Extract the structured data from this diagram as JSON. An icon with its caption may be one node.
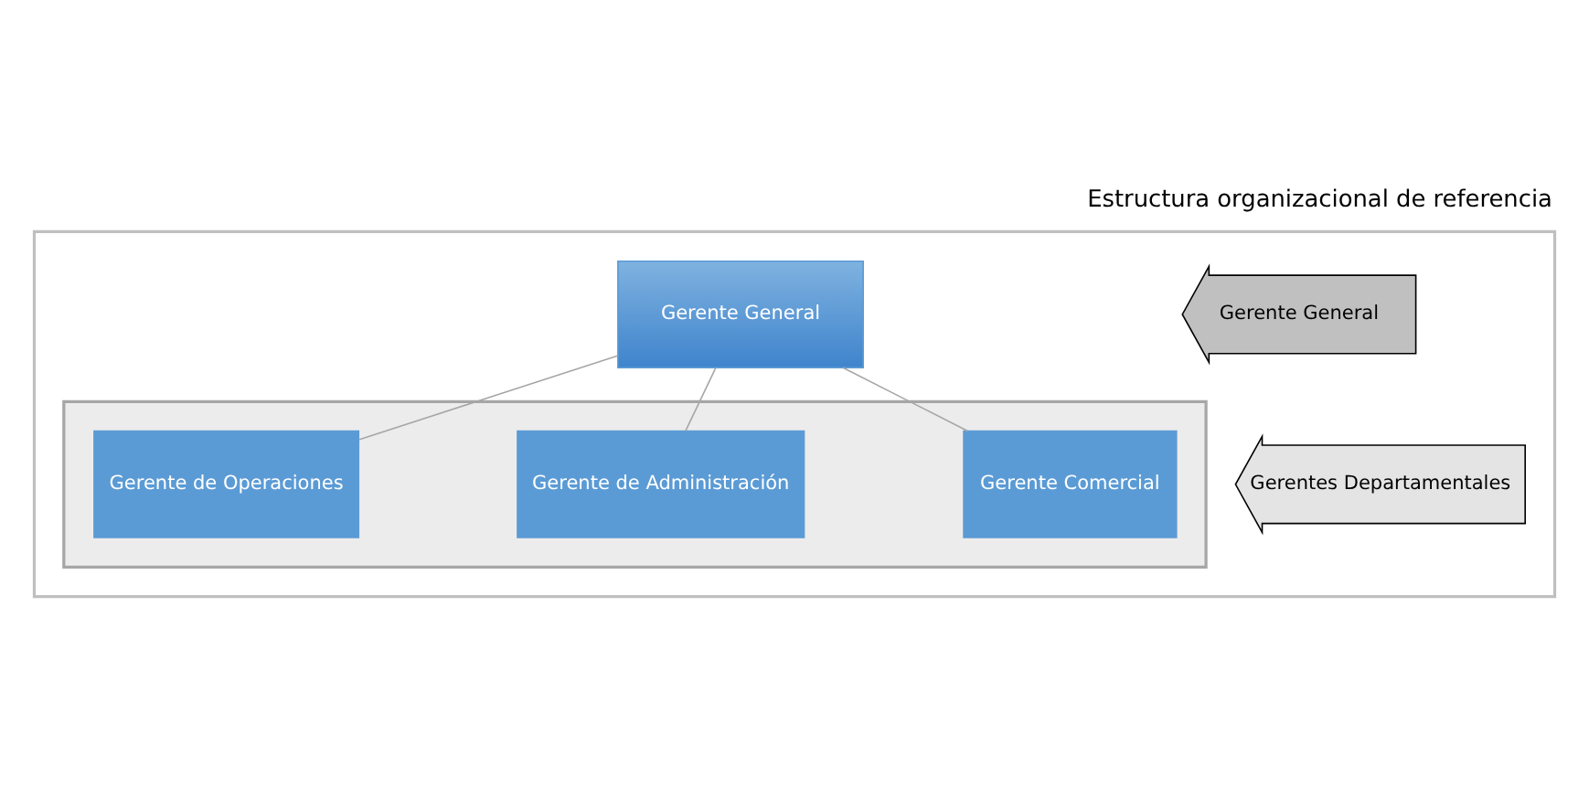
{
  "diagram": {
    "title": "Estructura organizacional de referencia",
    "nodes": [
      {
        "text": [],
        "shape": "box"
      },
      {
        "text": [
          "Gerente General"
        ],
        "in": 0
      },
      {
        "text": [],
        "shape": "box",
        "in": 0
      },
      {
        "text": [
          "Gerente de Operaciones"
        ],
        "in": 2
      },
      {
        "text": [
          "Gerente de Administración"
        ],
        "in": 2
      },
      {
        "text": [
          "Gerente Comercial"
        ],
        "in": 2
      },
      {
        "text": [
          "Gerente General"
        ],
        "in": 0
      },
      {
        "text": [
          "Gerentes Departamentales"
        ],
        "in": 0
      }
    ],
    "edges": [
      {
        "from": 1,
        "to": 3,
        "arrow": "none"
      },
      {
        "from": 1,
        "to": 4,
        "arrow": "none"
      },
      {
        "from": 1,
        "to": 5,
        "arrow": "none"
      }
    ]
  }
}
